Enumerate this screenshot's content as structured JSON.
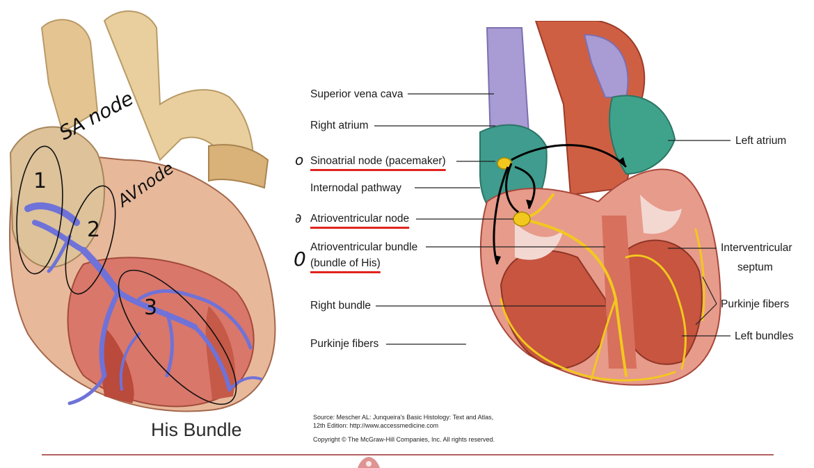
{
  "left_figure": {
    "title": "His Bundle",
    "annotations": {
      "n1": "1",
      "n2": "2",
      "n3": "3",
      "sa": "SA node",
      "av": "AVnode"
    }
  },
  "right_figure": {
    "labels": {
      "svc": "Superior vena cava",
      "ra": "Right atrium",
      "san": "Sinoatrial node (pacemaker)",
      "inp": "Internodal pathway",
      "avn": "Atrioventricular node",
      "avb1": "Atrioventricular bundle",
      "avb2": "(bundle of His)",
      "rb": "Right bundle",
      "pfl": "Purkinje fibers",
      "la": "Left atrium",
      "ivs1": "Interventricular",
      "ivs2": "septum",
      "pfr": "Purkinje fibers",
      "lb": "Left bundles"
    },
    "side_marks": {
      "san": "o",
      "avn": "∂",
      "avb": "0"
    },
    "source": {
      "line1": "Source: Mescher AL: Junqueira's Basic Histology: Text and Atlas,",
      "line2": "12th Edition: http://www.accessmedicine.com",
      "line3": "Copyright © The McGraw-Hill Companies, Inc. All rights reserved."
    }
  },
  "colors": {
    "conduction": "#6f72d8",
    "pathway": "#f3c81e",
    "underline": "#e0231e",
    "muscle": "#c8553f",
    "divider": "#9b2c2c"
  }
}
